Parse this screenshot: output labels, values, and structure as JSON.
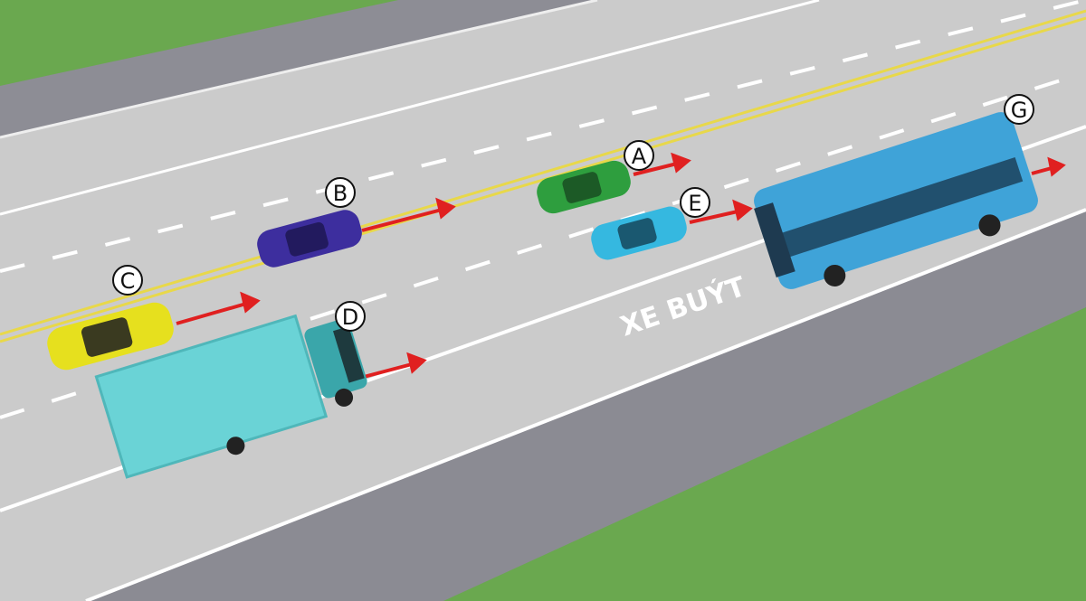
{
  "road_marking": "XE BUÝT",
  "vehicles": [
    {
      "label": "A",
      "type": "car",
      "color": "#2e9e3e"
    },
    {
      "label": "B",
      "type": "car",
      "color": "#3d2e9e"
    },
    {
      "label": "C",
      "type": "car",
      "color": "#e6e01e"
    },
    {
      "label": "D",
      "type": "truck",
      "color": "#5ecad0"
    },
    {
      "label": "E",
      "type": "car",
      "color": "#35b8e0"
    },
    {
      "label": "G",
      "type": "bus",
      "color": "#3fa3d8"
    }
  ],
  "colors": {
    "road": "#c9c9c9",
    "grass": "#6aa84f",
    "sidewalk": "#8c8c94",
    "arrow": "#e02020",
    "center_line": "#e8d84a"
  }
}
